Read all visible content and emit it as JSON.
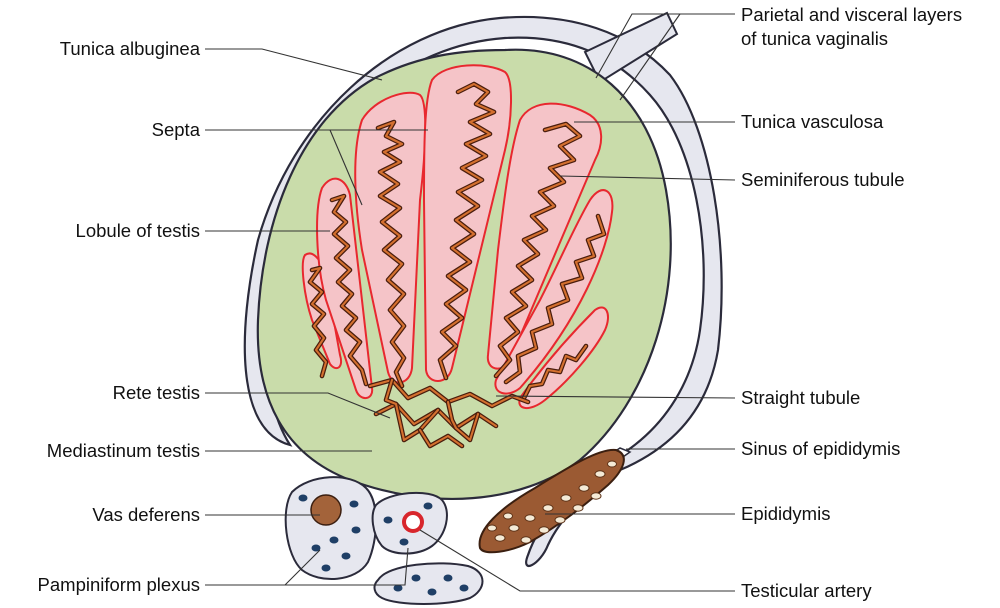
{
  "labels": {
    "tunica_albuginea": "Tunica albuginea",
    "septa": "Septa",
    "lobule_of_testis": "Lobule of testis",
    "rete_testis": "Rete testis",
    "mediastinum_testis": "Mediastinum testis",
    "vas_deferens": "Vas deferens",
    "pampiniform_plexus": "Pampiniform plexus",
    "tunica_vaginalis_line1": "Parietal and visceral layers",
    "tunica_vaginalis_line2": "of tunica vaginalis",
    "tunica_vasculosa": "Tunica vasculosa",
    "seminiferous_tubule": "Seminiferous tubule",
    "straight_tubule": "Straight tubule",
    "sinus_of_epididymis": "Sinus of epididymis",
    "epididymis": "Epididymis",
    "testicular_artery": "Testicular artery"
  },
  "colors": {
    "testis_fill": "#c9dcaa",
    "tunica_vaginalis": "#e6e7ef",
    "lobule_fill": "#f5c4c8",
    "lobule_border": "#e8282f",
    "tubule": "#4a1d0d",
    "epididymis": "#9b5a33",
    "vessel_dots": "#1f3f66"
  }
}
